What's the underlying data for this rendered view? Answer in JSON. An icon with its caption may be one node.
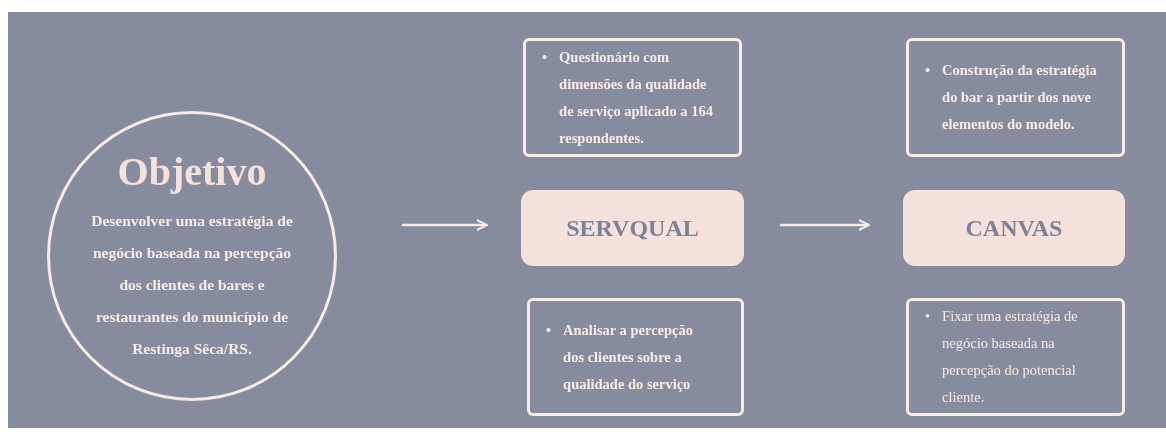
{
  "diagram": {
    "nodes": [
      {
        "text": [
          "Objetivo",
          "Desenvolver uma estratégia de negócio baseada na percepção dos clientes de bares e restaurantes do município de Restinga Sêca/RS."
        ]
      },
      {
        "text": [
          "•",
          "Questionário com dimensões da qualidade de serviço aplicado a 164 respondentes."
        ]
      },
      {
        "text": [
          "SERVQUAL"
        ]
      },
      {
        "text": [
          "•",
          "Analisar a percepção dos clientes sobre a qualidade do serviço"
        ]
      },
      {
        "text": [
          "•",
          "Construção da estratégia do bar a partir dos nove elementos do modelo."
        ]
      },
      {
        "text": [
          "CANVAS"
        ]
      },
      {
        "text": [
          "•",
          "Fixar uma estratégia de negócio baseada na percepção do potencial cliente."
        ]
      }
    ],
    "edges": [
      {
        "from": 0,
        "to": 2,
        "arrow": "to"
      },
      {
        "from": 2,
        "to": 5,
        "arrow": "to"
      }
    ]
  }
}
